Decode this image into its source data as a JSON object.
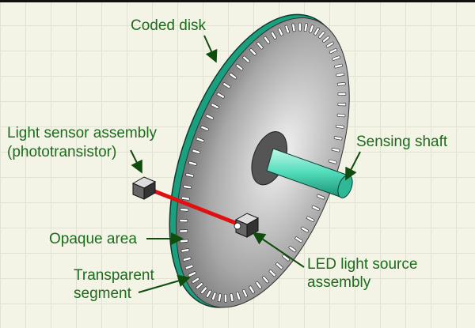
{
  "labels": {
    "coded_disk": "Coded disk",
    "light_sensor_line1": "Light sensor assembly",
    "light_sensor_line2": "(phototransistor)",
    "sensing_shaft": "Sensing shaft",
    "opaque_area": "Opaque area",
    "transparent_line1": "Transparent",
    "transparent_line2": "segment",
    "led_line1": "LED light source",
    "led_line2": "assembly"
  },
  "colors": {
    "label": "#1d6b1d",
    "rim": "#1aa07e",
    "shaft": "#5fe0c0",
    "beam": "#e01010"
  }
}
